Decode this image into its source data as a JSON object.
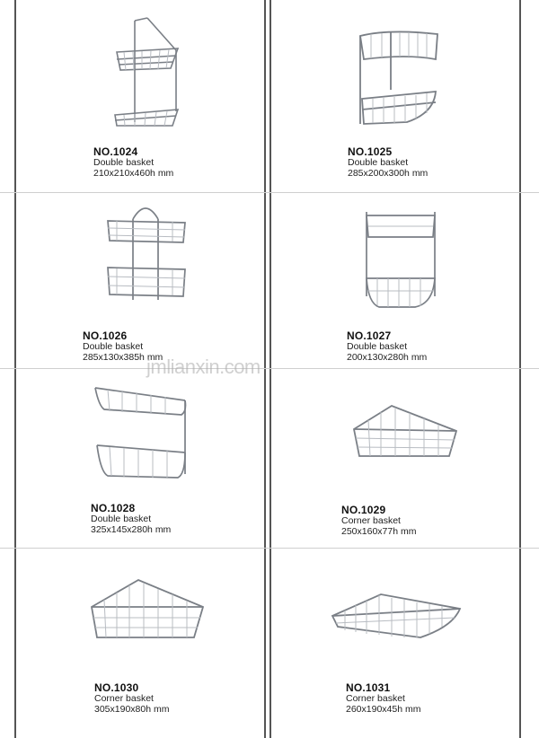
{
  "watermark": "jmlianxin.com",
  "products": [
    {
      "no": "NO.1024",
      "desc": "Double basket",
      "dim": "210x210x460h mm"
    },
    {
      "no": "NO.1025",
      "desc": "Double basket",
      "dim": "285x200x300h mm"
    },
    {
      "no": "NO.1026",
      "desc": "Double basket",
      "dim": "285x130x385h mm"
    },
    {
      "no": "NO.1027",
      "desc": "Double basket",
      "dim": "200x130x280h mm"
    },
    {
      "no": "NO.1028",
      "desc": "Double basket",
      "dim": "325x145x280h mm"
    },
    {
      "no": "NO.1029",
      "desc": "Corner basket",
      "dim": "250x160x77h mm"
    },
    {
      "no": "NO.1030",
      "desc": "Corner basket",
      "dim": "305x190x80h mm"
    },
    {
      "no": "NO.1031",
      "desc": "Corner basket",
      "dim": "260x190x45h mm"
    }
  ]
}
